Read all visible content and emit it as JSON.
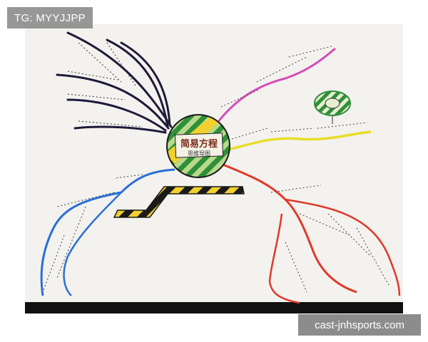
{
  "overlay": {
    "top_left_tag": "TG: MYYJJPP",
    "bottom_right_source": "cast-jnhsports.com"
  },
  "mindmap": {
    "center_title": "简易方程",
    "center_subtitle": "思维导图"
  },
  "colors": {
    "paper": "#f3f2ee",
    "desk": "#0d0d0d",
    "stripe_green": "#2f8f3a",
    "stripe_light": "#b9d98a",
    "stripe_yellow": "#f2d02e",
    "branch_navy": "#1f1a3a",
    "branch_magenta": "#d64bb8",
    "branch_yellow": "#e8dc2a",
    "branch_red": "#e0392b",
    "branch_blue": "#2a6fd6"
  },
  "icons": [
    "mindmap-center-circle",
    "striped-badge",
    "hazard-stripe-path"
  ]
}
